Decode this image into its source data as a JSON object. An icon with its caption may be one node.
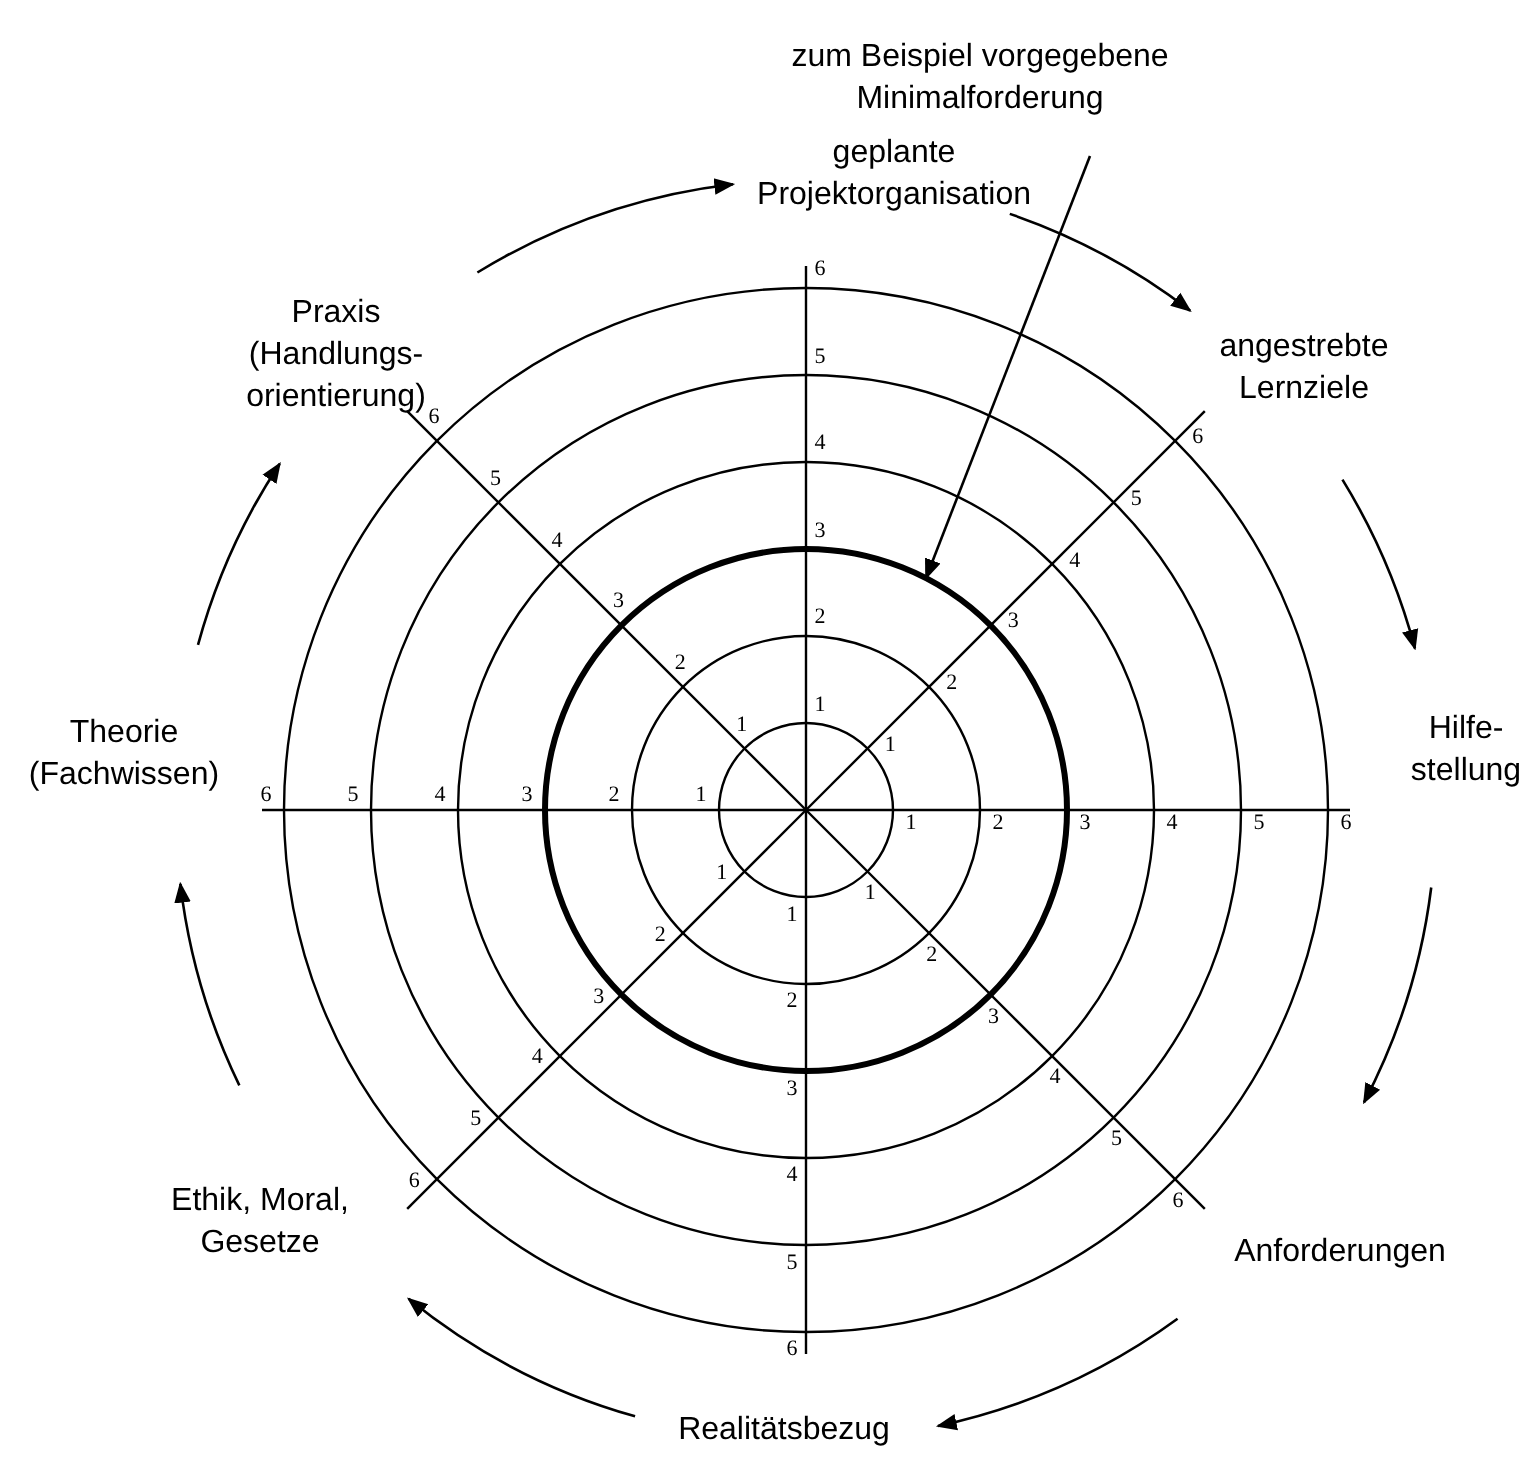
{
  "diagram": {
    "nodes": [
      {
        "text": [
          "geplante Projektorganisation"
        ]
      },
      {
        "text": [
          "angestrebte Lernziele"
        ]
      },
      {
        "text": [
          "Hilfe- stellung"
        ]
      },
      {
        "text": [
          "Anforderungen"
        ]
      },
      {
        "text": [
          "Realitätsbezug"
        ]
      },
      {
        "text": [
          "Ethik, Moral, Gesetze"
        ]
      },
      {
        "text": [
          "Theorie (Fachwissen)"
        ]
      },
      {
        "text": [
          "Praxis (Handlungs- orientierung)"
        ]
      },
      {
        "text": [
          "zum Beispiel vorgegebene Minimalforderung"
        ]
      },
      {
        "text": [],
        "shape": "circle"
      }
    ],
    "edges": [
      {
        "from": 0,
        "to": 1,
        "arrow": "to"
      },
      {
        "from": 1,
        "to": 2,
        "arrow": "to"
      },
      {
        "from": 2,
        "to": 3,
        "arrow": "to"
      },
      {
        "from": 3,
        "to": 4,
        "arrow": "to"
      },
      {
        "from": 4,
        "to": 5,
        "arrow": "to"
      },
      {
        "from": 5,
        "to": 6,
        "arrow": "to"
      },
      {
        "from": 6,
        "to": 7,
        "arrow": "to"
      },
      {
        "from": 7,
        "to": 0,
        "arrow": "to"
      },
      {
        "from": 8,
        "to": 9,
        "arrow": "to"
      }
    ],
    "labels": [
      "1",
      "2",
      "3",
      "4",
      "5",
      "6",
      "1",
      "2",
      "3",
      "4",
      "5",
      "6",
      "1",
      "2",
      "3",
      "4",
      "5",
      "6",
      "1",
      "2",
      "3",
      "4",
      "5",
      "6",
      "1",
      "2",
      "3",
      "4",
      "5",
      "6",
      "1",
      "2",
      "3",
      "4",
      "5",
      "6",
      "1",
      "2",
      "3",
      "4",
      "5",
      "6",
      "1",
      "2",
      "3",
      "4",
      "5",
      "6"
    ]
  }
}
